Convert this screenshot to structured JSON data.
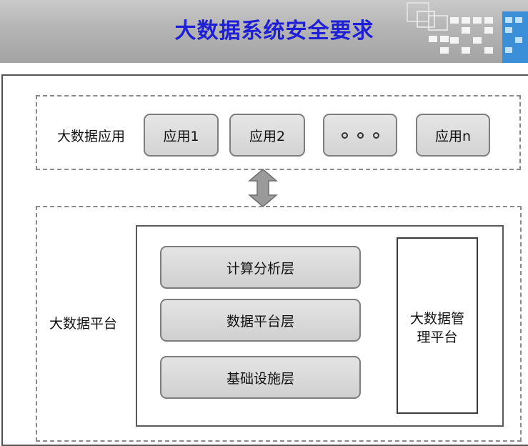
{
  "header": {
    "title": "大数据系统安全要求"
  },
  "diagram": {
    "app_section": {
      "label": "大数据应用",
      "apps": [
        "应用1",
        "应用2",
        "应用n"
      ]
    },
    "platform_section": {
      "label": "大数据平台",
      "layers": [
        "计算分析层",
        "数据平台层",
        "基础设施层"
      ],
      "management": {
        "line1": "大数据管",
        "line2": "理平台"
      }
    }
  },
  "colors": {
    "title": "#1f1fd6",
    "header_bg": "#b5b5b5",
    "box_fill": "#d9d9d9",
    "arrow": "#9a9a9a"
  }
}
